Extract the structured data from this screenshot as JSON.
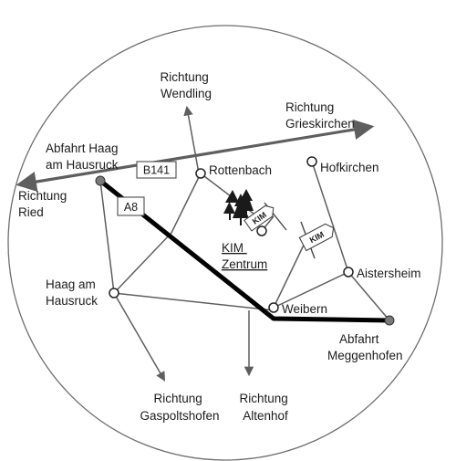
{
  "colors": {
    "background": "#ffffff",
    "outline": "#6e6e6e",
    "road": "#5e5e5e",
    "highway": "#000000",
    "exit_node": "#7a7a7a",
    "tree": "#1a1a1a"
  },
  "highway_sign": {
    "text": "A8"
  },
  "road_sign": {
    "text": "B141"
  },
  "directions": {
    "wendling": {
      "line1": "Richtung",
      "line2": "Wendling"
    },
    "grieskirchen": {
      "line1": "Richtung",
      "line2": "Grieskirchen"
    },
    "ried": {
      "line1": "Richtung",
      "line2": "Ried"
    },
    "gaspoltshofen": {
      "line1": "Richtung",
      "line2": "Gaspoltshofen"
    },
    "altenhof": {
      "line1": "Richtung",
      "line2": "Altenhof"
    }
  },
  "exits": {
    "haag": {
      "line1": "Abfahrt Haag",
      "line2": "am Hausruck"
    },
    "meggenhofen": {
      "line1": "Abfahrt",
      "line2": "Meggenhofen"
    }
  },
  "places": {
    "rottenbach": "Rottenbach",
    "hofkirchen": "Hofkirchen",
    "aistersheim": "Aistersheim",
    "weibern": "Weibern",
    "haag_line1": "Haag am",
    "haag_line2": "Hausruck"
  },
  "kim_zentrum": {
    "line1": "KIM",
    "line2": "Zentrum"
  },
  "kim_sign": "KIM",
  "icons": [
    "forest-icon",
    "kim-direction-sign-icon",
    "arrow-icon"
  ]
}
